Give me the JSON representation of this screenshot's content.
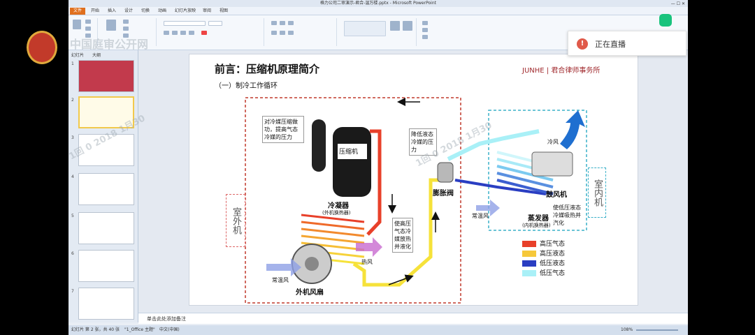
{
  "window": {
    "title": "格力公司二审演示-君合-温万楼.pptx - Microsoft PowerPoint"
  },
  "menu": {
    "file": "文件",
    "tabs": [
      "开始",
      "插入",
      "设计",
      "切换",
      "动画",
      "幻灯片放映",
      "审阅",
      "视图"
    ]
  },
  "sidebar": {
    "tab_slides": "幻灯片",
    "tab_outline": "大纲",
    "numbers": [
      "1",
      "2",
      "3",
      "4",
      "5",
      "6",
      "7"
    ]
  },
  "slide": {
    "title": "前言：压缩机原理简介",
    "subtitle": "（一）制冷工作循环",
    "logo": "JUNHE | 君合律师事务所",
    "outdoor_unit": "室外机",
    "indoor_unit": "室内机",
    "compressor_note": "对冷媒压缩做功，提高气态冷媒的压力",
    "compressor": "压缩机",
    "condenser": "冷凝器",
    "condenser_sub": "(外机换热器)",
    "condenser_note": "使高压气态冷媒放热并液化",
    "valve_note": "降低液态冷媒的压力",
    "valve": "膨胀阀",
    "evaporator": "蒸发器",
    "evaporator_sub": "(内机换热器)",
    "evaporator_note": "使低压液态冷媒吸热并汽化",
    "blower": "鼓风机",
    "cold_air": "冷风",
    "normal_air_left": "常温风",
    "normal_air_right": "常温风",
    "hot_air": "热风",
    "fan": "外机风扇",
    "legend": [
      {
        "label": "高压气态",
        "color": "#e8402a"
      },
      {
        "label": "高压液态",
        "color": "#f6c83a"
      },
      {
        "label": "低压液态",
        "color": "#2a3ec2"
      },
      {
        "label": "低压气态",
        "color": "#a9f0f7"
      }
    ]
  },
  "notes": {
    "placeholder": "单击此处添加备注"
  },
  "status": {
    "slide_info": "幻灯片 第 2 张，共 40 张",
    "theme": "\"1_Office 主题\"",
    "lang": "中文(中国)",
    "zoom": "108%"
  },
  "overlay": {
    "live_label": "正在直播",
    "watermark_top": "中国庭审公开网",
    "watermark_diag": "1回 0  2018 1月30"
  }
}
